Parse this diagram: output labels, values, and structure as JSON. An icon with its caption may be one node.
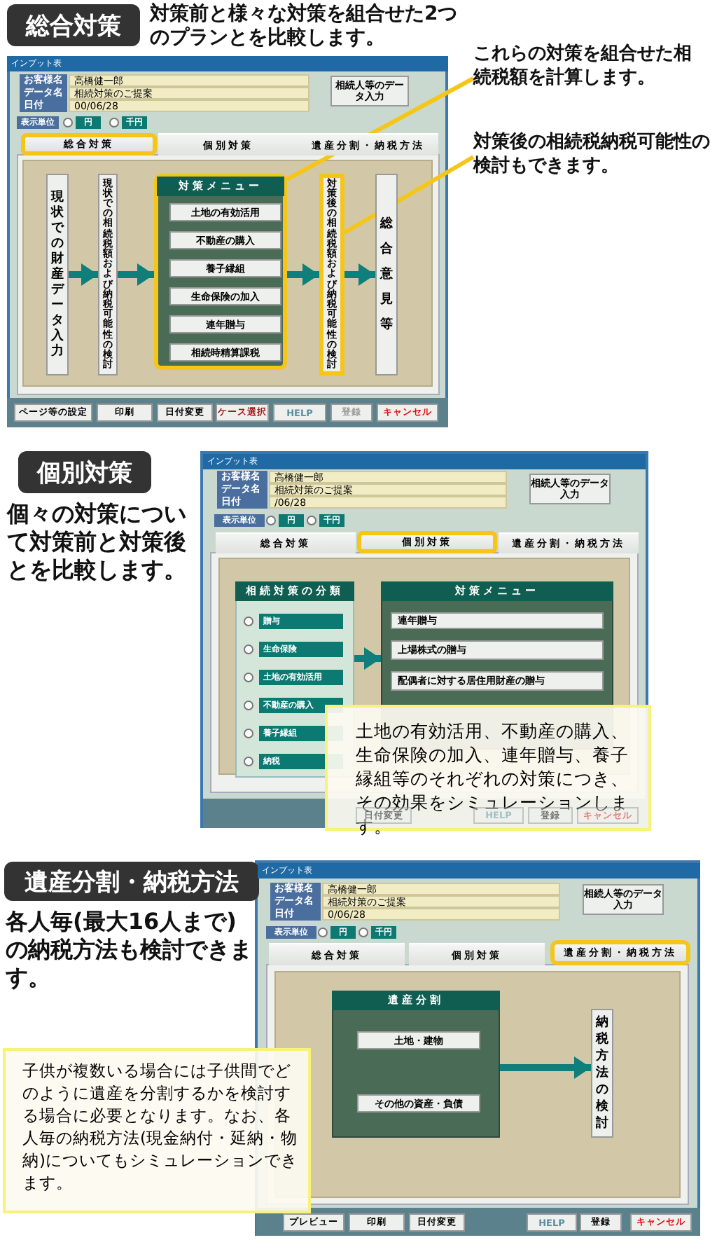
{
  "diagram": {
    "nodes": [
      {
        "text": [
          "現状での財産データ入力"
        ]
      },
      {
        "text": [
          "現状での相続税額および納税可能性の検討"
        ]
      },
      {
        "text": [
          "対策メニュー"
        ]
      },
      {
        "text": [
          "土地の有効活用"
        ],
        "in": 2
      },
      {
        "text": [
          "不動産の購入"
        ],
        "in": 2
      },
      {
        "text": [
          "養子縁組"
        ],
        "in": 2
      },
      {
        "text": [
          "生命保険の加入"
        ],
        "in": 2
      },
      {
        "text": [
          "連年贈与"
        ],
        "in": 2
      },
      {
        "text": [
          "相続時精算課税"
        ],
        "in": 2
      },
      {
        "text": [
          "対策後の相続税額および納税可能性の検討"
        ]
      },
      {
        "text": [
          "総合意見等"
        ]
      },
      {
        "text": [
          "これらの対策を組合せた相続税額を計算します。"
        ]
      },
      {
        "text": [
          "対策後の相続税納税可能性の検討もできます。"
        ]
      },
      {
        "text": [
          "相続対策の分類"
        ]
      },
      {
        "text": [
          "贈与"
        ],
        "in": 13
      },
      {
        "text": [
          "生命保険"
        ],
        "in": 13
      },
      {
        "text": [
          "土地の有効活用"
        ],
        "in": 13
      },
      {
        "text": [
          "不動産の購入"
        ],
        "in": 13
      },
      {
        "text": [
          "養子縁組"
        ],
        "in": 13
      },
      {
        "text": [
          "納税"
        ],
        "in": 13
      },
      {
        "text": [
          "対策メニュー"
        ]
      },
      {
        "text": [
          "連年贈与"
        ],
        "in": 20
      },
      {
        "text": [
          "上場株式の贈与"
        ],
        "in": 20
      },
      {
        "text": [
          "配偶者に対する居住用財産の贈与"
        ],
        "in": 20
      },
      {
        "text": [
          "土地の有効活用、不動産の購入、生命保険の加入、連年贈与、養子縁組等のそれぞれの対策につき、その効果をシミュレーションします。"
        ]
      },
      {
        "text": [
          "遺産分割"
        ]
      },
      {
        "text": [
          "土地・建物"
        ],
        "in": 25
      },
      {
        "text": [
          "その他の資産・負債"
        ],
        "in": 25
      },
      {
        "text": [
          "納税方法の検討"
        ]
      },
      {
        "text": [
          "子供が複数いる場合には子供間でどのように遺産を分割するかを検討する場合に必要となります。なお、各人毎の納税方法(現金納付・延納・物納)についてもシミュレーションできます。"
        ]
      }
    ],
    "edges": [
      {
        "from": 0,
        "to": 1,
        "arrow": "to"
      },
      {
        "from": 1,
        "to": 2,
        "arrow": "to"
      },
      {
        "from": 2,
        "to": 9,
        "arrow": "to"
      },
      {
        "from": 9,
        "to": 10,
        "arrow": "to"
      },
      {
        "from": 11,
        "to": 2,
        "arrow": "none",
        "color": "#f5c518"
      },
      {
        "from": 12,
        "to": 9,
        "arrow": "none",
        "color": "#f5c518"
      },
      {
        "from": 13,
        "to": 20,
        "arrow": "to"
      },
      {
        "from": 25,
        "to": 28,
        "arrow": "to"
      }
    ],
    "labels": [
      "総合対策",
      "対策前と様々な対策を組合せた2つのプランとを比較します。",
      "インプット表",
      "お客様名",
      "高橋健一郎",
      "データ名",
      "相続対策のご提案",
      "日付",
      "00/06/28",
      "相続人等のデータ入力",
      "表示単位",
      "円",
      "千円",
      "総合対策",
      "個別対策",
      "遺産分割・納税方法",
      "ページ等の設定",
      "印刷",
      "日付変更",
      "ケース選択",
      "HELP",
      "登録",
      "キャンセル",
      "個別対策",
      "個々の対策について対策前と対策後とを比較します。",
      "インプット表",
      "お客様名",
      "高橋健一郎",
      "データ名",
      "相続対策のご提案",
      "日付",
      "/06/28",
      "相続人等のデータ入力",
      "表示単位",
      "円",
      "千円",
      "総合対策",
      "個別対策",
      "遺産分割・納税方法",
      "日付変更",
      "HELP",
      "登録",
      "キャンセル",
      "遺産分割・納税方法",
      "各人毎(最大16人まで)の納税方法も検討できます。",
      "インプット表",
      "お客様名",
      "高橋健一郎",
      "データ名",
      "相続対策のご提案",
      "日付",
      "0/06/28",
      "相続人等のデータ入力",
      "表示単位",
      "円",
      "千円",
      "総合対策",
      "個別対策",
      "遺産分割・納税方法",
      "プレビュー",
      "印刷",
      "日付変更",
      "HELP",
      "登録",
      "キャンセル"
    ]
  }
}
